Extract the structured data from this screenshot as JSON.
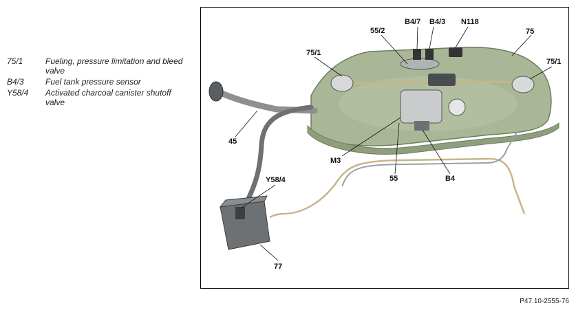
{
  "legend": [
    {
      "code": "75/1",
      "desc": "Fueling, pressure limitation and bleed valve"
    },
    {
      "code": "B4/3",
      "desc": "Fuel tank pressure sensor"
    },
    {
      "code": "Y58/4",
      "desc": "Activated charcoal canister shutoff valve"
    }
  ],
  "callouts": {
    "b4_7": "B4/7",
    "b4_3": "B4/3",
    "n118": "N118",
    "c55_2": "55/2",
    "c75": "75",
    "c75_1_left": "75/1",
    "c75_1_right": "75/1",
    "c45": "45",
    "m3": "M3",
    "c55": "55",
    "b4": "B4",
    "y58_4": "Y58/4",
    "c77": "77"
  },
  "figure_ref": "P47.10-2555-76",
  "colors": {
    "tank_fill": "#a9b796",
    "tank_dark": "#6f7d5e",
    "pipe": "#8d8f92",
    "line_gold": "#c7b58a",
    "canister": "#6e7174"
  }
}
